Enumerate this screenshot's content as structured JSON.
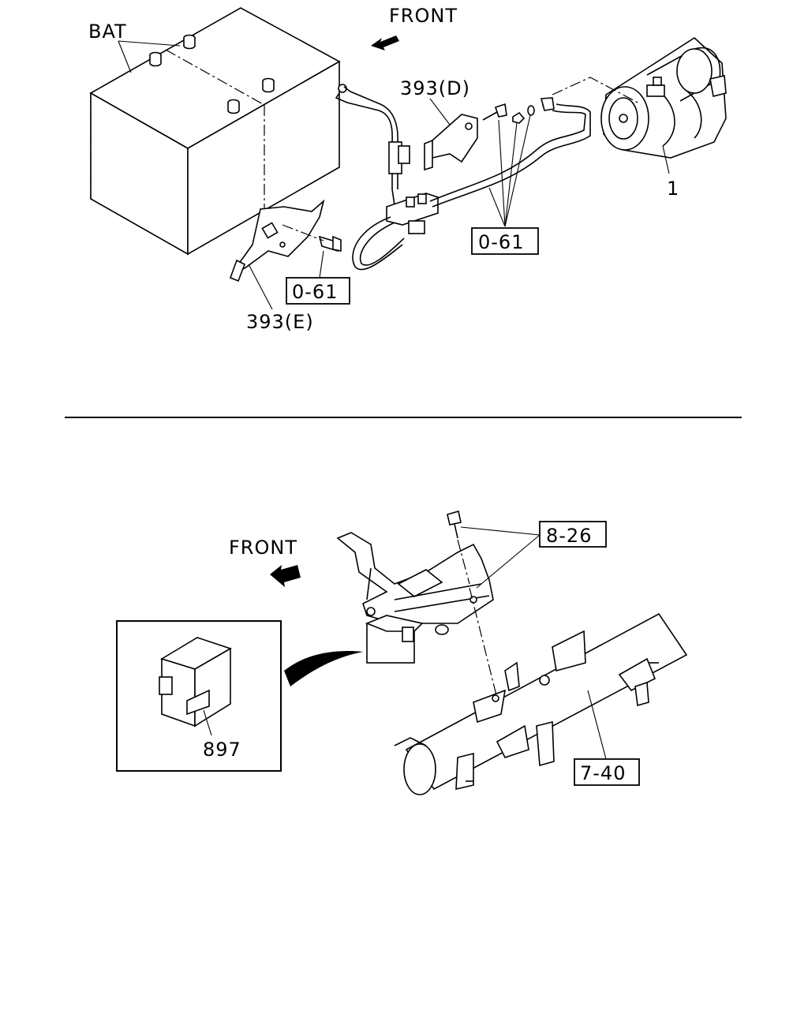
{
  "top_diagram": {
    "front_label": "FRONT",
    "battery_label": "BAT",
    "bracket_d_label": "393(D)",
    "bracket_e_label": "393(E)",
    "starter_label": "1",
    "ref_box_right": "0-61",
    "ref_box_left": "0-61"
  },
  "bottom_diagram": {
    "front_label": "FRONT",
    "bolt_ref_box": "8-26",
    "frame_ref_box": "7-40",
    "module_label": "897"
  },
  "icons": [
    "front-arrow-icon",
    "front-arrow-icon"
  ]
}
